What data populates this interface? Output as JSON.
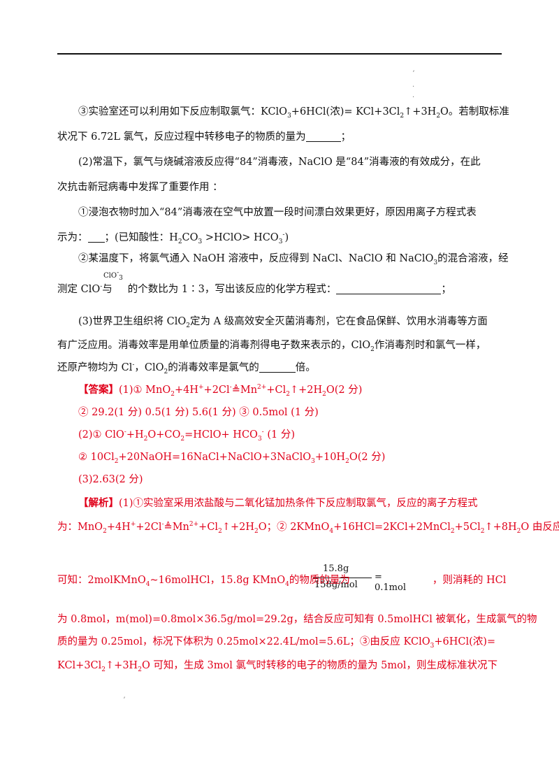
{
  "decor": {
    "dot1": "ʼ",
    "dot2": ".",
    "dot3": "·",
    "dot4": "ʼ"
  },
  "q1_3": {
    "p1": "③实验室还可以利用如下反应制取氯气：KClO",
    "p2": "+6HCl(浓)= KCl+3Cl",
    "p3": "↑+3H",
    "p4": "O。若制取标准",
    "line2": "状况下 6.72L 氯气，反应过程中转移电子的物质的量为",
    "end": "；"
  },
  "q2": {
    "line1": "(2)常温下，氯气与烧碱溶液反应得“84”消毒液，NaClO  是“84”消毒液的有效成分，在此",
    "line2": "次抗击新冠病毒中发挥了重要作用  ：",
    "s1_line1": "①浸泡衣物时加入“84”消毒液在空气中放置一段时间漂白效果更好，原因用离子方程式表",
    "s1_l2a": "示为：",
    "s1_l2b": "；(已知酸性：H",
    "s1_l2c": "CO",
    "s1_l2d": " >HClO> HCO",
    "s1_l2e": ")",
    "s2_line1": "②某温度下，将氯气通入 NaOH 溶液中，反应得到 NaCl、NaClO 和 NaClO",
    "s2_line1_end": "的混合溶液，经",
    "s2_clo3": "ClO",
    "s2_l2a": "测定 ClO",
    "s2_l2b": "与",
    "s2_l2c": "的个数比为 1∶3，写出该反应的化学方程式：",
    "s2_end": "；"
  },
  "q3": {
    "line1": "(3)世界卫生组织将 ClO",
    "line1b": "定为 A 级高效安全灭菌消毒剂，它在食品保鲜、饮用水消毒等方面",
    "line2a": "有广泛应用。消毒效率是用单位质量的消毒剂得电子数来表示的，ClO",
    "line2b": "作消毒剂时和氯气一样，",
    "line3a": "还原产物均为 Cl",
    "line3b": "，ClO",
    "line3c": "的消毒效率是氯气的",
    "line3d": "倍。"
  },
  "answer": {
    "label": "【答案】",
    "a1": "(1)① MnO",
    "a1b": "+4H",
    "a1c": "+2Cl",
    "a1d": "≜Mn",
    "a1e": "+Cl",
    "a1f": "↑+2H",
    "a1g": "O(2 分)",
    "a2": "② 29.2(1 分)      0.5(1 分)      5.6(1 分)      ③ 0.5mol (1 分)",
    "a3a": "(2)① ClO",
    "a3b": "+H",
    "a3c": "O+CO",
    "a3d": "=HClO+ HCO",
    "a3e": "  (1 分)",
    "a4a": "② 10Cl",
    "a4b": "+20NaOH=16NaCl+NaClO+3NaClO",
    "a4c": "+10H",
    "a4d": "O(2 分)",
    "a5": "(3)2.63(2 分)"
  },
  "analysis": {
    "label": "【解析】",
    "l1": "(1)①实验室采用浓盐酸与二氧化锰加热条件下反应制取氯气，反应的离子方程式",
    "l2a": "为：MnO",
    "l2b": "+4H",
    "l2c": "+2Cl",
    "l2d": "≜Mn",
    "l2e": "+Cl",
    "l2f": "↑+2H",
    "l2g": "O；② 2KMnO",
    "l2h": "+16HCl=2KCl+2MnCl",
    "l2i": "+5Cl",
    "l2j": "↑+8H",
    "l2k": "O 由反应",
    "l3a": "可知：2molKMnO",
    "l3b": "~16molHCl，15.8g KMnO",
    "l3c": "的物质的量为",
    "l3d": "，则消耗的 HCl",
    "frac_num": "15.8g",
    "frac_den": "158g/mol",
    "frac_res": "= 0.1mol",
    "l4": "为 0.8mol，m(mol)=0.8mol×36.5g/mol=29.2g，结合反应可知有 0.5molHCl 被氧化，生成氯气的物",
    "l5a": "质的量为 0.25mol，标况下体积为 0.25mol×22.4L/mol=5.6L；③由反应 KClO",
    "l5b": "+6HCl(浓)=",
    "l6a": "KCl+3Cl",
    "l6b": "↑+3H",
    "l6c": "O 可知，生成 3mol 氯气时转移的电子的物质的量为 5mol，则生成标准状况下"
  },
  "sub": {
    "two": "2",
    "three": "3",
    "four": "4"
  },
  "sup": {
    "plus": "+",
    "minus": "-",
    "two_plus": "2+"
  },
  "colors": {
    "answer_red": "#e0001a"
  }
}
